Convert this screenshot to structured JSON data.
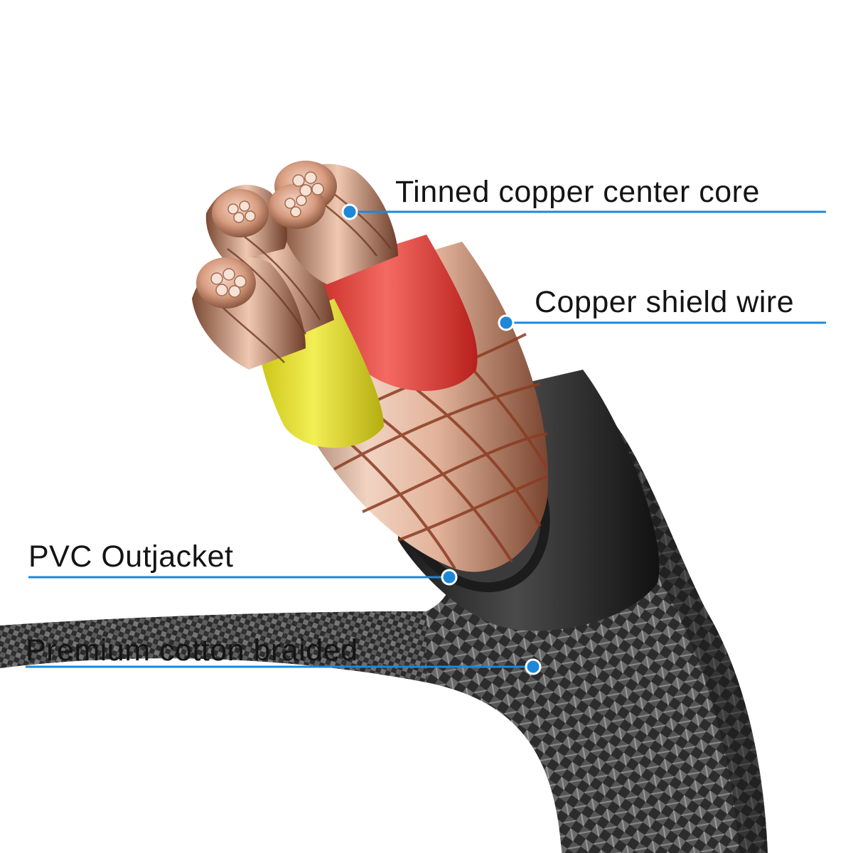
{
  "labels": {
    "core": "Tinned copper center core",
    "shield": "Copper shield wire",
    "pvc": "PVC Outjacket",
    "braid": "Premium cotton braided"
  },
  "colors": {
    "callout_line": "#1E88D8",
    "callout_dot": "#1E88D8",
    "label_text": "#141414",
    "insulation_red": "#E8413C",
    "insulation_yellow": "#E8E22A",
    "copper": "#C98A6C",
    "pvc_jacket": "#2A2A2A",
    "braid": "#3A3A3A"
  },
  "icons": {
    "core": "copper-strand-bundle",
    "shield": "braided-copper-shield",
    "pvc": "black-pvc-jacket",
    "braid": "woven-nylon-braid"
  }
}
